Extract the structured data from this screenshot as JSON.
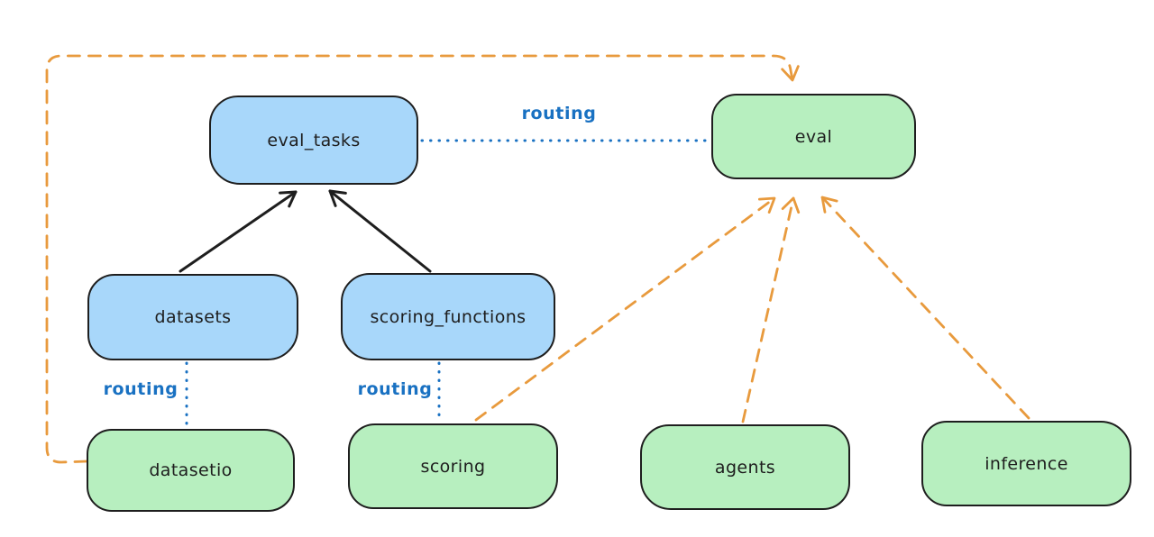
{
  "diagram": {
    "background_color": "#ffffff",
    "colors": {
      "node_border": "#1e1e1e",
      "blue_node_fill": "#a8d7fa",
      "green_node_fill": "#b7efbf",
      "routing_line_blue": "#1971c2",
      "dependency_arrow_black": "#1e1e1e",
      "provider_arrow_orange": "#e89a3d"
    },
    "nodes": [
      {
        "id": "eval_tasks",
        "label": "eval_tasks",
        "fill": "blue"
      },
      {
        "id": "eval",
        "label": "eval",
        "fill": "green"
      },
      {
        "id": "datasets",
        "label": "datasets",
        "fill": "blue"
      },
      {
        "id": "scoring_functions",
        "label": "scoring_functions",
        "fill": "blue"
      },
      {
        "id": "datasetio",
        "label": "datasetio",
        "fill": "green"
      },
      {
        "id": "scoring",
        "label": "scoring",
        "fill": "green"
      },
      {
        "id": "agents",
        "label": "agents",
        "fill": "green"
      },
      {
        "id": "inference",
        "label": "inference",
        "fill": "green"
      }
    ],
    "edges": [
      {
        "from": "datasets",
        "to": "eval_tasks",
        "style": "solid",
        "color": "black",
        "label": ""
      },
      {
        "from": "scoring_functions",
        "to": "eval_tasks",
        "style": "solid",
        "color": "black",
        "label": ""
      },
      {
        "from": "eval_tasks",
        "to": "eval",
        "style": "dotted",
        "color": "blue",
        "label": "routing"
      },
      {
        "from": "datasets",
        "to": "datasetio",
        "style": "dotted",
        "color": "blue",
        "label": "routing"
      },
      {
        "from": "scoring_functions",
        "to": "scoring",
        "style": "dotted",
        "color": "blue",
        "label": "routing"
      },
      {
        "from": "datasetio",
        "to": "eval",
        "style": "dashed",
        "color": "orange",
        "label": ""
      },
      {
        "from": "scoring",
        "to": "eval",
        "style": "dashed",
        "color": "orange",
        "label": ""
      },
      {
        "from": "agents",
        "to": "eval",
        "style": "dashed",
        "color": "orange",
        "label": ""
      },
      {
        "from": "inference",
        "to": "eval",
        "style": "dashed",
        "color": "orange",
        "label": ""
      }
    ]
  }
}
